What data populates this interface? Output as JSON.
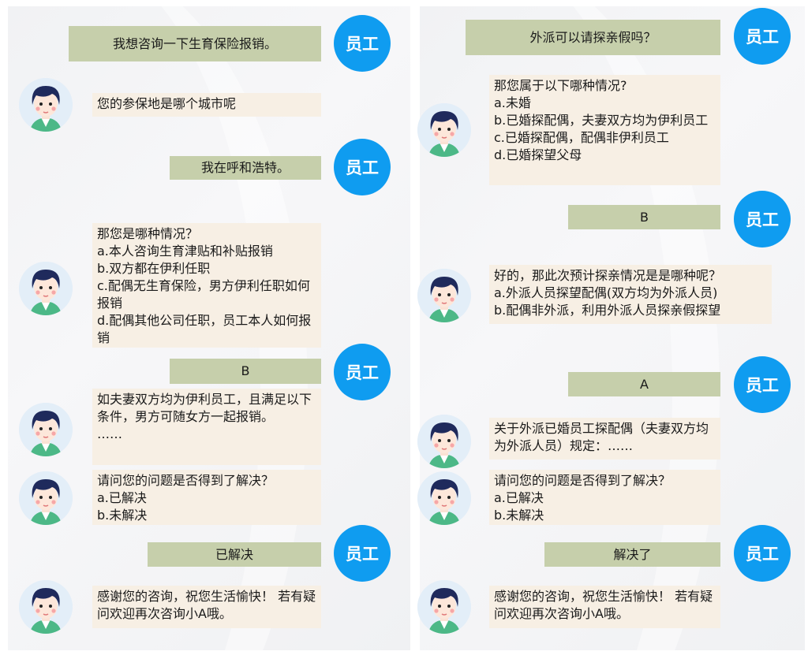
{
  "user_badge_label": "员工",
  "colors": {
    "user_bubble": "#c6cfab",
    "bot_bubble": "#f7efe4",
    "badge": "#0f9cf0"
  },
  "left_chat": {
    "messages": [
      {
        "role": "user",
        "text": "我想咨询一下生育保险报销。"
      },
      {
        "role": "bot",
        "text": "您的参保地是哪个城市呢"
      },
      {
        "role": "user",
        "text": "我在呼和浩特。"
      },
      {
        "role": "bot",
        "text": "那您是哪种情况？\na.本人咨询生育津贴和补贴报销\nb.双方都在伊利任职\nc.配偶无生育保险，男方伊利任职如何报销\nd.配偶其他公司任职，员工本人如何报销"
      },
      {
        "role": "user",
        "text": "B"
      },
      {
        "role": "bot",
        "text": "如夫妻双方均为伊利员工，且满足以下条件，男方可随女方一起报销。\n……"
      },
      {
        "role": "bot",
        "text": "请问您的问题是否得到了解决？\na.已解决\nb.未解决"
      },
      {
        "role": "user",
        "text": "已解决"
      },
      {
        "role": "bot",
        "text": "感谢您的咨询，祝您生活愉快！ 若有疑问欢迎再次咨询小A哦。"
      }
    ]
  },
  "right_chat": {
    "messages": [
      {
        "role": "user",
        "text": "外派可以请探亲假吗？"
      },
      {
        "role": "bot",
        "text": "那您属于以下哪种情况?\na.未婚\nb.已婚探配偶，夫妻双方均为伊利员工\nc.已婚探配偶，配偶非伊利员工\nd.已婚探望父母"
      },
      {
        "role": "user",
        "text": "B"
      },
      {
        "role": "bot",
        "text": "好的，那此次预计探亲情况是是哪种呢？\na.外派人员探望配偶(双方均为外派人员)\nb.配偶非外派，利用外派人员探亲假探望"
      },
      {
        "role": "user",
        "text": "A"
      },
      {
        "role": "bot",
        "text": "关于外派已婚员工探配偶（夫妻双方均为外派人员）规定：……"
      },
      {
        "role": "bot",
        "text": "请问您的问题是否得到了解决？\na.已解决\nb.未解决"
      },
      {
        "role": "user",
        "text": "解决了"
      },
      {
        "role": "bot",
        "text": "感谢您的咨询，祝您生活愉快！ 若有疑问欢迎再次咨询小A哦。"
      }
    ]
  }
}
